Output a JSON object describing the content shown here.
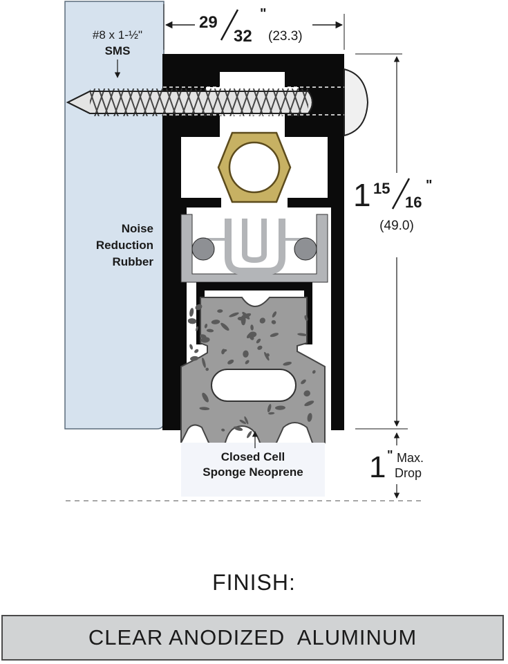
{
  "colors": {
    "door_panel": "#d6e2ee",
    "housing": "#0b0b0b",
    "insert": "#b3b5b8",
    "nut": "#c7b163",
    "sponge": "#9c9c9c",
    "sponge_spot": "#5a5a5a",
    "finish_box": "#d1d3d4"
  },
  "top_dimension": {
    "numerator": "29",
    "denominator": "32",
    "unit": "\"",
    "metric": "(23.3)"
  },
  "screw_label": {
    "size": "#8 x 1-½\"",
    "type": "SMS"
  },
  "height_dimension": {
    "whole": "1",
    "numerator": "15",
    "denominator": "16",
    "unit": "\"",
    "metric": "(49.0)"
  },
  "rubber_label": [
    "Noise",
    "Reduction",
    "Rubber"
  ],
  "sponge_label": [
    "Closed Cell",
    "Sponge Neoprene"
  ],
  "drop_dimension": {
    "value": "1",
    "unit": "\"",
    "text_1": "Max.",
    "text_2": "Drop"
  },
  "finish": {
    "title": "FINISH:",
    "value": "CLEAR ANODIZED  ALUMINUM"
  }
}
